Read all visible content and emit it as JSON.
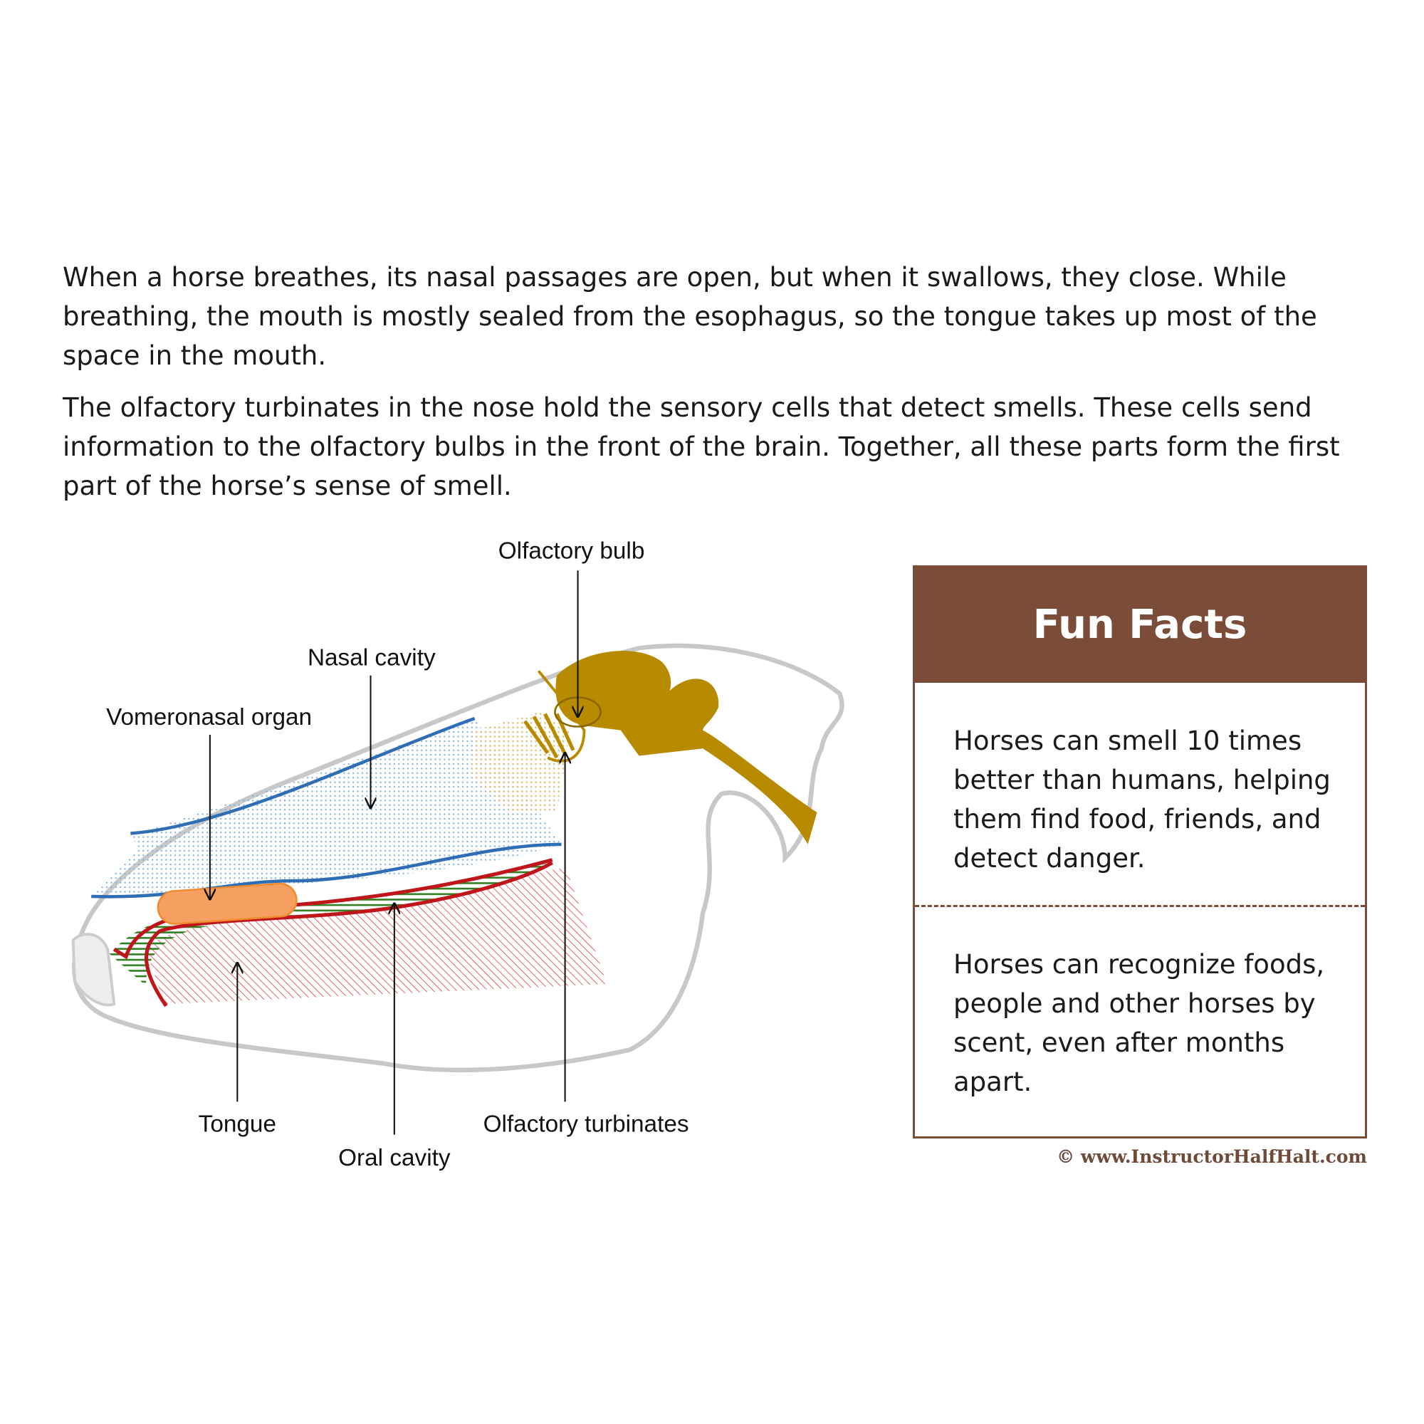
{
  "text": {
    "paragraph_1": "When a horse breathes, its nasal passages are open, but when it swallows, they close. While breathing, the mouth is mostly sealed from the esophagus, so the tongue takes up most of the space in the mouth.",
    "paragraph_2": "The olfactory turbinates in the nose hold the sensory cells that detect smells. These cells send information to the olfactory bulbs in the front of the brain. Together, all these parts form the first part of the horse’s sense of smell."
  },
  "diagram": {
    "labels": {
      "olfactory_bulb": "Olfactory bulb",
      "nasal_cavity": "Nasal cavity",
      "vomeronasal_organ": "Vomeronasal organ",
      "tongue": "Tongue",
      "oral_cavity": "Oral cavity",
      "olfactory_turbinates": "Olfactory turbinates"
    },
    "colors": {
      "nasal": "#2f6db5",
      "oral": "#c0161b",
      "brain": "#b88a00",
      "vomeronasal": "#f5a060",
      "turbinate_hatch": "#2e7d1e"
    }
  },
  "fun_facts": {
    "title": "Fun Facts",
    "items": [
      "Horses can smell 10 times better than humans, helping them find food, friends, and detect danger.",
      "Horses can recognize foods, people and other horses by scent, even after months apart."
    ],
    "accent": "#7b4c37"
  },
  "copyright": "© www.InstructorHalfHalt.com"
}
